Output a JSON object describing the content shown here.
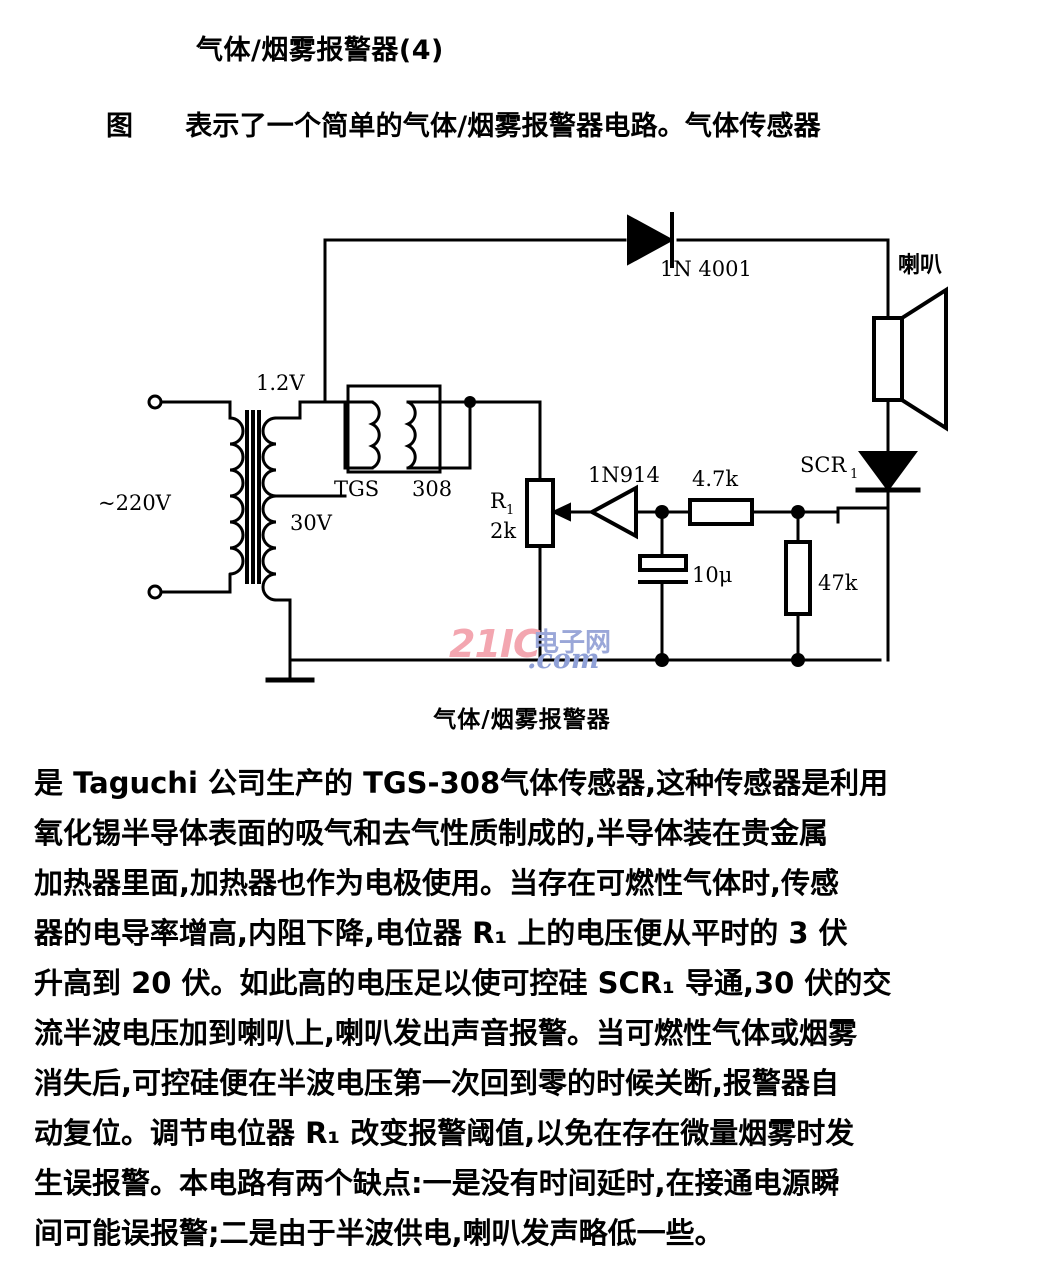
{
  "document": {
    "title": "气体/烟雾报警器(4)",
    "intro": {
      "figure_word": "图",
      "text": "表示了一个简单的气体/烟雾报警器电路。气体传感器"
    },
    "figure_caption": "气体/烟雾报警器"
  },
  "circuit": {
    "labels": {
      "mains": "~220V",
      "tap_low": "1.2V",
      "tap_high": "30V",
      "sensor_name": "TGS",
      "sensor_model": "308",
      "rectifier_diode": "1N 4001",
      "speaker": "喇叭",
      "pot_ref": "R",
      "pot_sub": "1",
      "pot_value": "2k",
      "signal_diode": "1N914",
      "series_resistor": "4.7k",
      "capacitor": "10μ",
      "bias_resistor": "47k",
      "scr_ref": "SCR",
      "scr_sub": "1"
    },
    "colors": {
      "ink": "#000000",
      "paper": "#ffffff"
    }
  },
  "watermark": {
    "brand": "21IC",
    "chinese": "电子网",
    "domain": ".com",
    "colors": {
      "brand": "#f3a6b0",
      "chinese": "#9aa7d8",
      "domain": "#8fa0d6"
    }
  },
  "body": {
    "lines": [
      "是 Taguchi 公司生产的 TGS-308气体传感器,这种传感器是利用",
      "氧化锡半导体表面的吸气和去气性质制成的,半导体装在贵金属",
      "加热器里面,加热器也作为电极使用。当存在可燃性气体时,传感",
      "器的电导率增高,内阻下降,电位器 R₁ 上的电压便从平时的 3 伏",
      "升高到 20 伏。如此高的电压足以使可控硅 SCR₁ 导通,30 伏的交",
      "流半波电压加到喇叭上,喇叭发出声音报警。当可燃性气体或烟雾",
      "消失后,可控硅便在半波电压第一次回到零的时候关断,报警器自",
      "动复位。调节电位器 R₁ 改变报警阈值,以免在存在微量烟雾时发",
      "生误报警。本电路有两个缺点:一是没有时间延时,在接通电源瞬",
      "间可能误报警;二是由于半波供电,喇叭发声略低一些。"
    ]
  }
}
